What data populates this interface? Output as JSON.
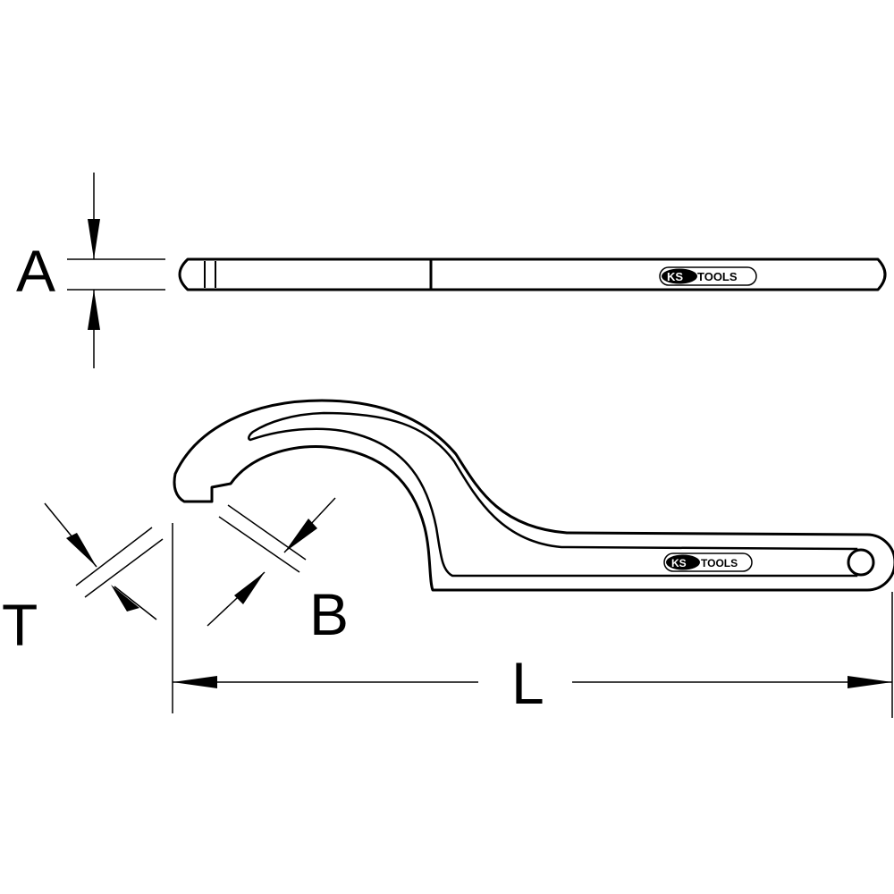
{
  "dimensions": {
    "A": "A",
    "T": "T",
    "B": "B",
    "L": "L"
  },
  "brand": {
    "logo_text": "KS TOOLS"
  },
  "colors": {
    "line": "#000000",
    "background": "#ffffff"
  }
}
